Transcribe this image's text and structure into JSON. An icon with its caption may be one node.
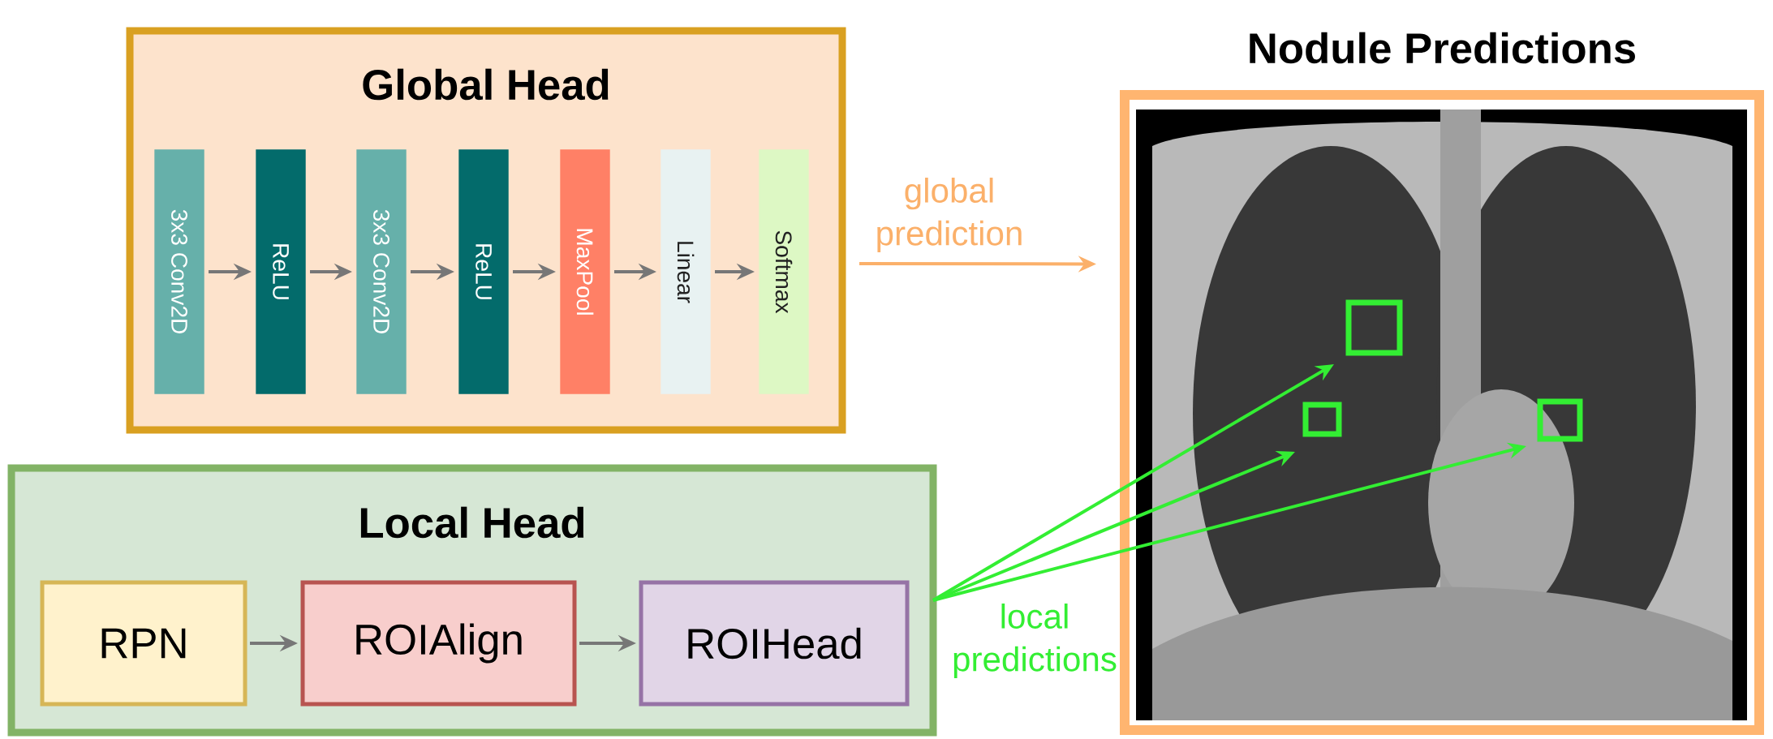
{
  "diagram": {
    "nodes": [
      {
        "text": [
          "Global Head"
        ]
      },
      {
        "text": [
          "3x3 Conv2D"
        ],
        "in": 0
      },
      {
        "text": [
          "ReLU"
        ],
        "in": 0
      },
      {
        "text": [
          "3x3 Conv2D"
        ],
        "in": 0
      },
      {
        "text": [
          "ReLU"
        ],
        "in": 0
      },
      {
        "text": [
          "MaxPool"
        ],
        "in": 0
      },
      {
        "text": [
          "Linear"
        ],
        "in": 0
      },
      {
        "text": [
          "Softmax"
        ],
        "in": 0
      },
      {
        "text": [
          "Nodule Predictions"
        ]
      },
      {
        "text": [],
        "shape": "box",
        "in": 8
      },
      {
        "text": [],
        "shape": "box",
        "in": 8
      },
      {
        "text": [],
        "shape": "box",
        "in": 8
      },
      {
        "text": [
          "Local Head"
        ]
      },
      {
        "text": [
          "RPN"
        ],
        "in": 12
      },
      {
        "text": [
          "ROIAlign"
        ],
        "in": 12
      },
      {
        "text": [
          "ROIHead"
        ],
        "in": 12
      }
    ],
    "edges": [
      {
        "from": 1,
        "to": 2,
        "arrow": "to"
      },
      {
        "from": 2,
        "to": 3,
        "arrow": "to"
      },
      {
        "from": 3,
        "to": 4,
        "arrow": "to"
      },
      {
        "from": 4,
        "to": 5,
        "arrow": "to"
      },
      {
        "from": 5,
        "to": 6,
        "arrow": "to"
      },
      {
        "from": 6,
        "to": 7,
        "arrow": "to"
      },
      {
        "from": 0,
        "to": 8,
        "arrow": "to",
        "label": "global prediction",
        "color": "#fbb06a"
      },
      {
        "from": 12,
        "to": 9,
        "arrow": "to",
        "color": "#33ee33"
      },
      {
        "from": 12,
        "to": 10,
        "arrow": "to",
        "color": "#33ee33"
      },
      {
        "from": 12,
        "to": 11,
        "arrow": "to",
        "label": "local predictions",
        "color": "#33ee33"
      },
      {
        "from": 13,
        "to": 14,
        "arrow": "to"
      },
      {
        "from": 14,
        "to": 15,
        "arrow": "to"
      }
    ]
  }
}
